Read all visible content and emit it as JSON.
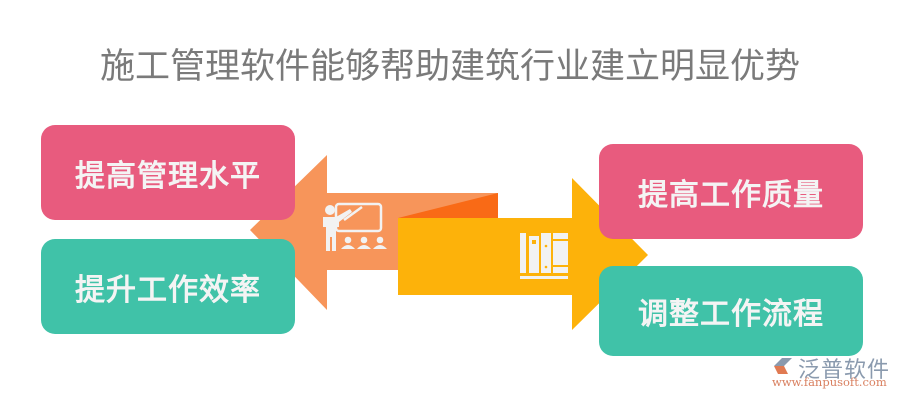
{
  "title": "施工管理软件能够帮助建筑行业建立明显优势",
  "left_boxes": [
    {
      "label": "提高管理水平",
      "color": "#e85b7e"
    },
    {
      "label": "提升工作效率",
      "color": "#40c2a8"
    }
  ],
  "right_boxes": [
    {
      "label": "提高工作质量",
      "color": "#e85b7e"
    },
    {
      "label": "调整工作流程",
      "color": "#40c2a8"
    }
  ],
  "arrows": {
    "left": {
      "color": "#f7955a",
      "icon": "teacher-presentation-icon"
    },
    "right": {
      "color": "#fdb20a",
      "icon": "books-shelf-icon"
    },
    "fold_color": "#f96a16"
  },
  "logo": {
    "name": "泛普软件",
    "url": "www.fanpusoft.com"
  }
}
